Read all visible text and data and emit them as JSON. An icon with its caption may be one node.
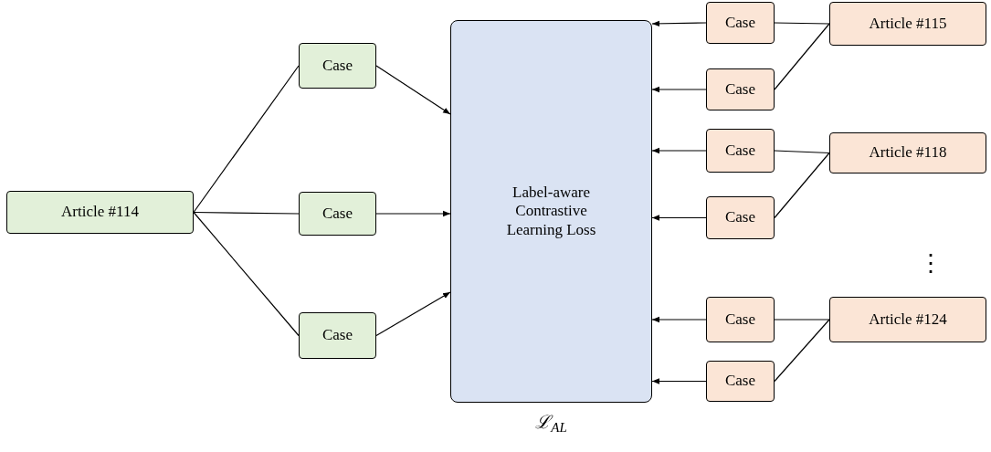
{
  "diagram": {
    "nodes": [
      {
        "text": [
          "Article #114"
        ]
      },
      {
        "text": [
          "Case"
        ]
      },
      {
        "text": [
          "Case"
        ]
      },
      {
        "text": [
          "Case"
        ]
      },
      {
        "text": [
          "Label-aware Contrastive Learning Loss"
        ],
        "beside": [
          "ℒ$_{AL}$"
        ]
      },
      {
        "text": [
          "Case"
        ]
      },
      {
        "text": [
          "Case"
        ]
      },
      {
        "text": [
          "Article #115"
        ]
      },
      {
        "text": [
          "Case"
        ]
      },
      {
        "text": [
          "Case"
        ]
      },
      {
        "text": [
          "Article #118"
        ]
      },
      {
        "text": [
          "Case"
        ]
      },
      {
        "text": [
          "Case"
        ]
      },
      {
        "text": [
          "Article #124"
        ]
      }
    ],
    "edges": [
      {
        "from": 0,
        "to": 1,
        "arrow": "none"
      },
      {
        "from": 0,
        "to": 2,
        "arrow": "none"
      },
      {
        "from": 0,
        "to": 3,
        "arrow": "none"
      },
      {
        "from": 1,
        "to": 4,
        "arrow": "to"
      },
      {
        "from": 2,
        "to": 4,
        "arrow": "to"
      },
      {
        "from": 3,
        "to": 4,
        "arrow": "to"
      },
      {
        "from": 7,
        "to": 5,
        "arrow": "none"
      },
      {
        "from": 7,
        "to": 6,
        "arrow": "none"
      },
      {
        "from": 5,
        "to": 4,
        "arrow": "to"
      },
      {
        "from": 6,
        "to": 4,
        "arrow": "to"
      },
      {
        "from": 10,
        "to": 8,
        "arrow": "none"
      },
      {
        "from": 10,
        "to": 9,
        "arrow": "none"
      },
      {
        "from": 8,
        "to": 4,
        "arrow": "to"
      },
      {
        "from": 9,
        "to": 4,
        "arrow": "to"
      },
      {
        "from": 13,
        "to": 11,
        "arrow": "none"
      },
      {
        "from": 13,
        "to": 12,
        "arrow": "none"
      },
      {
        "from": 11,
        "to": 4,
        "arrow": "to"
      },
      {
        "from": 12,
        "to": 4,
        "arrow": "to"
      }
    ],
    "labels": [
      "⋮"
    ]
  }
}
